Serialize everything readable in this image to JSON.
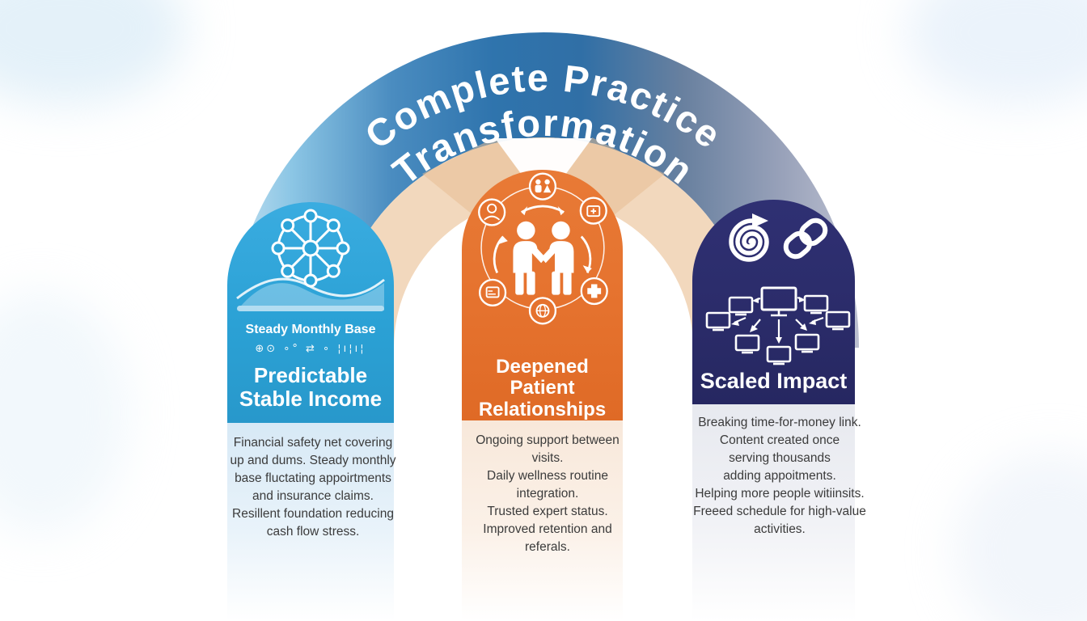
{
  "arch": {
    "title_line1": "Complete Practice",
    "title_line2": "Transformation",
    "band_colors": {
      "left": "#8cc6e5",
      "center": "#2f72ab",
      "right": "#a9b1c5",
      "inner_band": "#f2d8bd"
    }
  },
  "pillars": {
    "left": {
      "accent": "#2da4d8",
      "icon": "network-wheel-icon",
      "chart": "wave-area-chart",
      "subtitle": "Steady Monthly Base",
      "glyph_row": "⊕⊙ ∘° ⇄ ∘ ¦ı¦ı¦",
      "title": "Predictable\nStable Income",
      "description": "Financial safety net covering\nup and dums. Steady monthly\nbase fluctating appoirtments\nand insurance claims.\nResillent foundation reducing\ncash flow stress."
    },
    "middle": {
      "accent": "#e5722e",
      "icon": "patient-relationship-cycle-icon",
      "title": "Deepened Patient\nRelationships",
      "description": "Ongoing support between visits.\nDaily wellness routine\nintegration.\nTrusted expert status.\nImproved retention and referals."
    },
    "right": {
      "accent": "#2b2c6a",
      "icons": [
        "spiral-arrow-icon",
        "chain-link-icon",
        "broadcast-monitors-icon"
      ],
      "title": "Scaled Impact",
      "description": "Breaking time-for-money link.\nContent created once\nserving thousands\nadding appoitments.\nHelping more people witiinsits.\nFreeed schedule for high-value\nactivities."
    }
  }
}
